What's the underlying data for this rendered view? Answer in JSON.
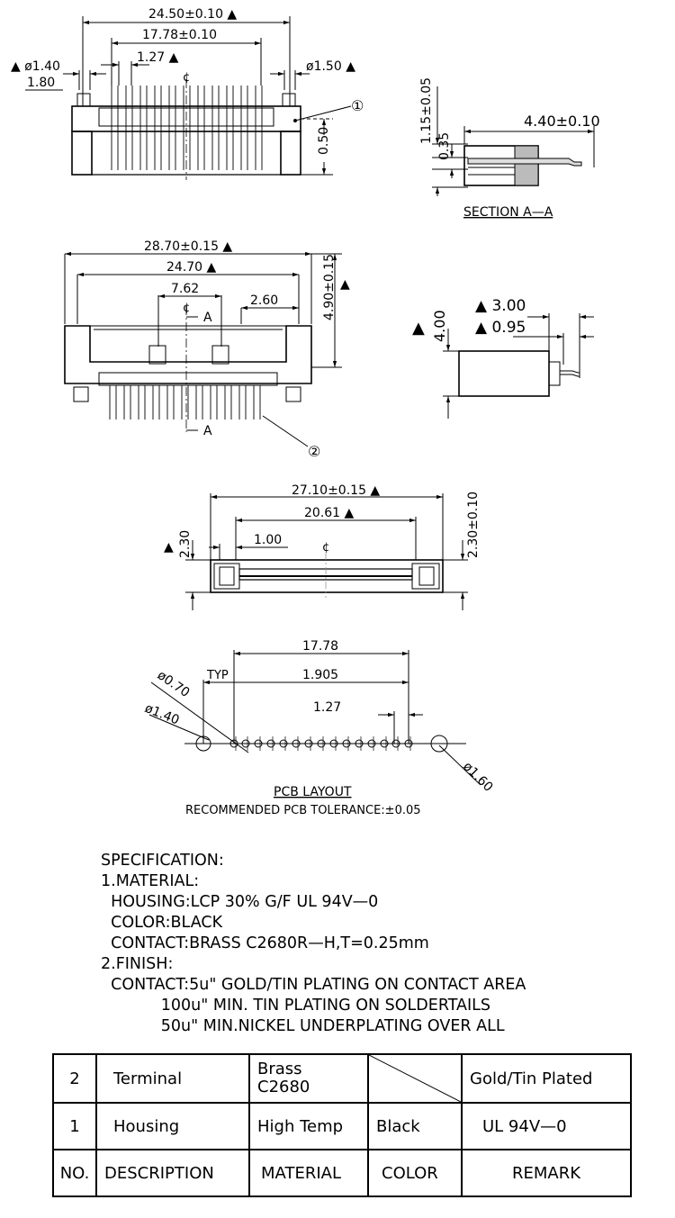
{
  "drawing": {
    "front_view": {
      "dim_overall": "24.50±0.10 ▲",
      "dim_pitch_span": "17.78±0.10",
      "dim_pitch": "1.27 ▲",
      "dim_hole_left": "▲ ø1.40",
      "dim_offset": "1.80",
      "dim_hole_right": "ø1.50 ▲",
      "dim_height": "0.50",
      "centerline": "¢",
      "callout": "①"
    },
    "section_view": {
      "dim_height": "1.15±0.05",
      "dim_small": "0.35",
      "dim_length": "4.40±0.10",
      "title": "SECTION A—A"
    },
    "top_view": {
      "dim_overall": "28.70±0.15 ▲",
      "dim_inner": "24.70 ▲",
      "dim_pins": "7.62",
      "dim_side": "2.60",
      "dim_height": "4.90±0.15",
      "height_mark": "▲",
      "section_mark": "A",
      "centerline": "¢",
      "callout": "②"
    },
    "side_view": {
      "dim_height": "4.00",
      "height_mark": "▲",
      "dim_a": "▲ 3.00",
      "dim_b": "▲ 0.95"
    },
    "bottom_view": {
      "dim_overall": "27.10±0.15 ▲",
      "dim_inner": "20.61 ▲",
      "dim_step": "1.00",
      "dim_left": "2.30",
      "left_mark": "▲",
      "dim_right": "2.30±0.10",
      "centerline": "¢"
    },
    "pcb_layout": {
      "dim_span": "17.78",
      "dim_typ": "TYP",
      "dim_first": "1.905",
      "dim_pitch": "1.27",
      "dim_hole_small": "ø0.70",
      "dim_hole_left": "ø1.40",
      "dim_hole_right": "ø1.60",
      "title": "PCB LAYOUT",
      "tolerance": "RECOMMENDED PCB TOLERANCE:±0.05"
    }
  },
  "specification": {
    "heading": "SPECIFICATION:",
    "material_heading": "1.MATERIAL:",
    "housing": "  HOUSING:LCP 30% G/F UL 94V—0",
    "color": "  COLOR:BLACK",
    "contact": "  CONTACT:BRASS C2680R—H,T=0.25mm",
    "finish_heading": "2.FINISH:",
    "finish_1": "  CONTACT:5u\" GOLD/TIN PLATING ON CONTACT AREA",
    "finish_2": "            100u\" MIN. TIN PLATING ON SOLDERTAILS",
    "finish_3": "            50u\" MIN.NICKEL UNDERPLATING OVER ALL"
  },
  "bom": {
    "headers": [
      "NO.",
      "DESCRIPTION",
      "MATERIAL",
      "COLOR",
      "REMARK"
    ],
    "rows": [
      {
        "no": "2",
        "description": "Terminal",
        "material_1": "Brass",
        "material_2": "C2680",
        "color": "",
        "remark": "Gold/Tin Plated"
      },
      {
        "no": "1",
        "description": "Housing",
        "material_1": "High Temp",
        "material_2": "",
        "color": "Black",
        "remark": "UL 94V—0"
      }
    ]
  }
}
